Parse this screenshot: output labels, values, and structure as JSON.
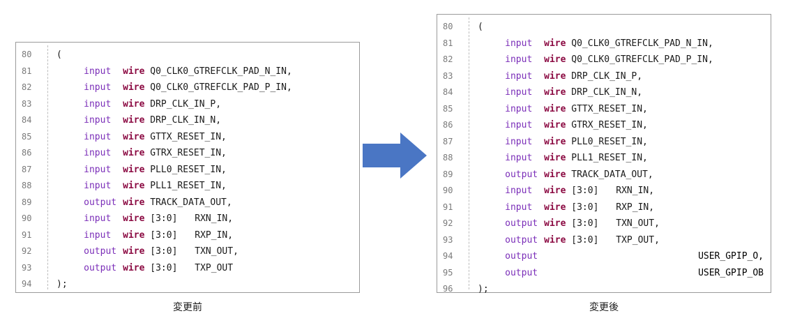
{
  "before": {
    "caption": "変更前",
    "lines": [
      {
        "n": "80",
        "dir": "",
        "wire": "",
        "bus": "",
        "name": "(",
        "extra": ""
      },
      {
        "n": "81",
        "dir": "input",
        "wire": "wire",
        "bus": "",
        "name": "Q0_CLK0_GTREFCLK_PAD_N_IN,",
        "extra": ""
      },
      {
        "n": "82",
        "dir": "input",
        "wire": "wire",
        "bus": "",
        "name": "Q0_CLK0_GTREFCLK_PAD_P_IN,",
        "extra": ""
      },
      {
        "n": "83",
        "dir": "input",
        "wire": "wire",
        "bus": "",
        "name": "DRP_CLK_IN_P,",
        "extra": ""
      },
      {
        "n": "84",
        "dir": "input",
        "wire": "wire",
        "bus": "",
        "name": "DRP_CLK_IN_N,",
        "extra": ""
      },
      {
        "n": "85",
        "dir": "input",
        "wire": "wire",
        "bus": "",
        "name": "GTTX_RESET_IN,",
        "extra": ""
      },
      {
        "n": "86",
        "dir": "input",
        "wire": "wire",
        "bus": "",
        "name": "GTRX_RESET_IN,",
        "extra": ""
      },
      {
        "n": "87",
        "dir": "input",
        "wire": "wire",
        "bus": "",
        "name": "PLL0_RESET_IN,",
        "extra": ""
      },
      {
        "n": "88",
        "dir": "input",
        "wire": "wire",
        "bus": "",
        "name": "PLL1_RESET_IN,",
        "extra": ""
      },
      {
        "n": "89",
        "dir": "output",
        "wire": "wire",
        "bus": "",
        "name": "TRACK_DATA_OUT,",
        "extra": ""
      },
      {
        "n": "90",
        "dir": "input",
        "wire": "wire",
        "bus": "[3:0]",
        "name": "RXN_IN,",
        "extra": ""
      },
      {
        "n": "91",
        "dir": "input",
        "wire": "wire",
        "bus": "[3:0]",
        "name": "RXP_IN,",
        "extra": ""
      },
      {
        "n": "92",
        "dir": "output",
        "wire": "wire",
        "bus": "[3:0]",
        "name": "TXN_OUT,",
        "extra": ""
      },
      {
        "n": "93",
        "dir": "output",
        "wire": "wire",
        "bus": "[3:0]",
        "name": "TXP_OUT",
        "extra": ""
      },
      {
        "n": "94",
        "dir": "",
        "wire": "",
        "bus": "",
        "name": ");",
        "extra": ""
      }
    ]
  },
  "after": {
    "caption": "変更後",
    "lines": [
      {
        "n": "80",
        "dir": "",
        "wire": "",
        "bus": "",
        "name": "(",
        "extra": ""
      },
      {
        "n": "81",
        "dir": "input",
        "wire": "wire",
        "bus": "",
        "name": "Q0_CLK0_GTREFCLK_PAD_N_IN,",
        "extra": ""
      },
      {
        "n": "82",
        "dir": "input",
        "wire": "wire",
        "bus": "",
        "name": "Q0_CLK0_GTREFCLK_PAD_P_IN,",
        "extra": ""
      },
      {
        "n": "83",
        "dir": "input",
        "wire": "wire",
        "bus": "",
        "name": "DRP_CLK_IN_P,",
        "extra": ""
      },
      {
        "n": "84",
        "dir": "input",
        "wire": "wire",
        "bus": "",
        "name": "DRP_CLK_IN_N,",
        "extra": ""
      },
      {
        "n": "85",
        "dir": "input",
        "wire": "wire",
        "bus": "",
        "name": "GTTX_RESET_IN,",
        "extra": ""
      },
      {
        "n": "86",
        "dir": "input",
        "wire": "wire",
        "bus": "",
        "name": "GTRX_RESET_IN,",
        "extra": ""
      },
      {
        "n": "87",
        "dir": "input",
        "wire": "wire",
        "bus": "",
        "name": "PLL0_RESET_IN,",
        "extra": ""
      },
      {
        "n": "88",
        "dir": "input",
        "wire": "wire",
        "bus": "",
        "name": "PLL1_RESET_IN,",
        "extra": ""
      },
      {
        "n": "89",
        "dir": "output",
        "wire": "wire",
        "bus": "",
        "name": "TRACK_DATA_OUT,",
        "extra": ""
      },
      {
        "n": "90",
        "dir": "input",
        "wire": "wire",
        "bus": "[3:0]",
        "name": "RXN_IN,",
        "extra": ""
      },
      {
        "n": "91",
        "dir": "input",
        "wire": "wire",
        "bus": "[3:0]",
        "name": "RXP_IN,",
        "extra": ""
      },
      {
        "n": "92",
        "dir": "output",
        "wire": "wire",
        "bus": "[3:0]",
        "name": "TXN_OUT,",
        "extra": ""
      },
      {
        "n": "93",
        "dir": "output",
        "wire": "wire",
        "bus": "[3:0]",
        "name": "TXP_OUT,",
        "extra": ""
      },
      {
        "n": "94",
        "dir": "output",
        "wire": "",
        "bus": "",
        "name": "",
        "extra": "USER_GPIP_O,"
      },
      {
        "n": "95",
        "dir": "output",
        "wire": "",
        "bus": "",
        "name": "",
        "extra": "USER_GPIP_OB"
      },
      {
        "n": "96",
        "dir": "",
        "wire": "",
        "bus": "",
        "name": ");",
        "extra": ""
      }
    ]
  },
  "colors": {
    "keyword_direction": "#7a2db8",
    "keyword_wire": "#8b0a42",
    "arrow": "#4a76c4"
  },
  "arrow_icon": "right-arrow-icon"
}
